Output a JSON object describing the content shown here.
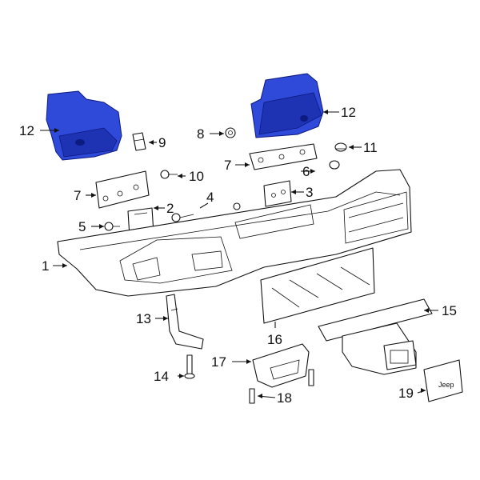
{
  "callouts": [
    {
      "id": "1",
      "label": "1"
    },
    {
      "id": "2",
      "label": "2"
    },
    {
      "id": "3",
      "label": "3"
    },
    {
      "id": "4",
      "label": "4"
    },
    {
      "id": "5",
      "label": "5"
    },
    {
      "id": "6",
      "label": "6"
    },
    {
      "id": "7a",
      "label": "7"
    },
    {
      "id": "7b",
      "label": "7"
    },
    {
      "id": "8",
      "label": "8"
    },
    {
      "id": "9",
      "label": "9"
    },
    {
      "id": "10",
      "label": "10"
    },
    {
      "id": "11",
      "label": "11"
    },
    {
      "id": "12a",
      "label": "12"
    },
    {
      "id": "12b",
      "label": "12"
    },
    {
      "id": "13",
      "label": "13"
    },
    {
      "id": "14",
      "label": "14"
    },
    {
      "id": "15",
      "label": "15"
    },
    {
      "id": "16",
      "label": "16"
    },
    {
      "id": "17",
      "label": "17"
    },
    {
      "id": "18",
      "label": "18"
    },
    {
      "id": "19",
      "label": "19"
    }
  ],
  "hitch_cover_logo": "Jeep",
  "colors": {
    "highlight": "#2f49d9",
    "line": "#111111",
    "background": "#ffffff"
  }
}
